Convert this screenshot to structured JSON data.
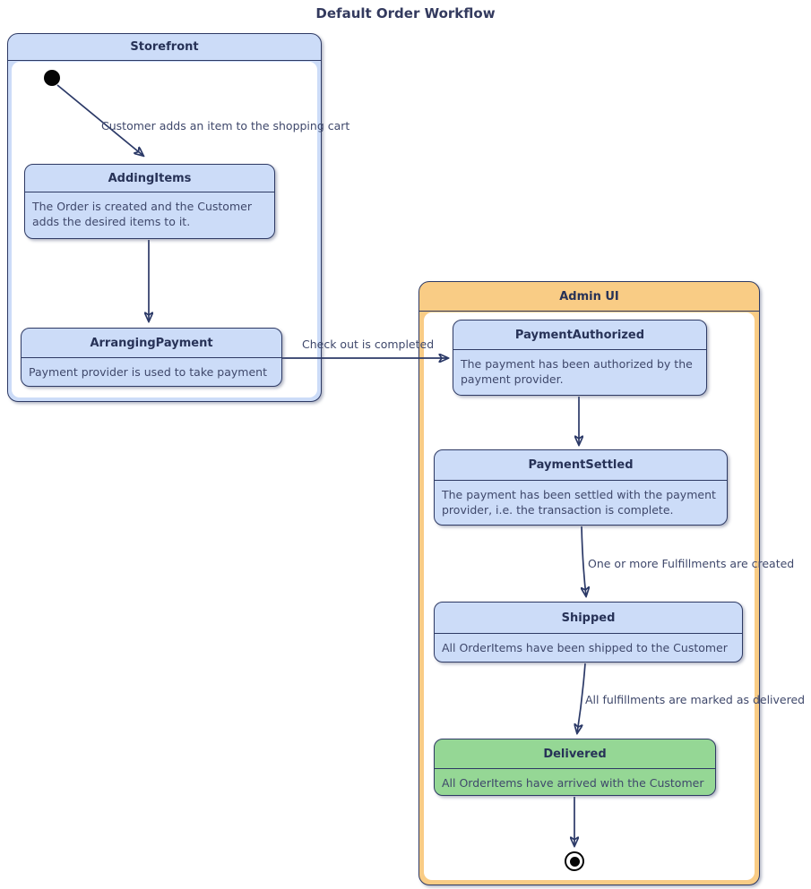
{
  "diagram": {
    "title": "Default Order Workflow"
  },
  "colors": {
    "state_blue": "#ccdcf8",
    "container_orange": "#f9cc85",
    "state_green": "#95d795",
    "border_navy": "#2e3a64",
    "arrow_navy": "#2b3967",
    "body_text": "#3f486b"
  },
  "containers": {
    "storefront": {
      "title": "Storefront"
    },
    "admin_ui": {
      "title": "Admin UI"
    }
  },
  "states": {
    "adding_items": {
      "title": "AddingItems",
      "description": "The Order is created and the Customer\nadds the desired items to it."
    },
    "arranging_payment": {
      "title": "ArrangingPayment",
      "description": "Payment provider is used to take payment"
    },
    "payment_authorized": {
      "title": "PaymentAuthorized",
      "description": "The payment has been authorized by the\npayment provider."
    },
    "payment_settled": {
      "title": "PaymentSettled",
      "description": "The payment has been settled with the payment\nprovider, i.e. the transaction is complete."
    },
    "shipped": {
      "title": "Shipped",
      "description": "All OrderItems have been shipped to the Customer"
    },
    "delivered": {
      "title": "Delivered",
      "description": "All OrderItems have arrived with the Customer"
    }
  },
  "transitions": {
    "add_item": {
      "label": "Customer adds an item to the shopping cart"
    },
    "checkout": {
      "label": "Check out is completed"
    },
    "fulfillments_created": {
      "label": "One or more Fulfillments are created"
    },
    "marked_delivered": {
      "label": "All fulfillments are marked as delivered"
    }
  }
}
